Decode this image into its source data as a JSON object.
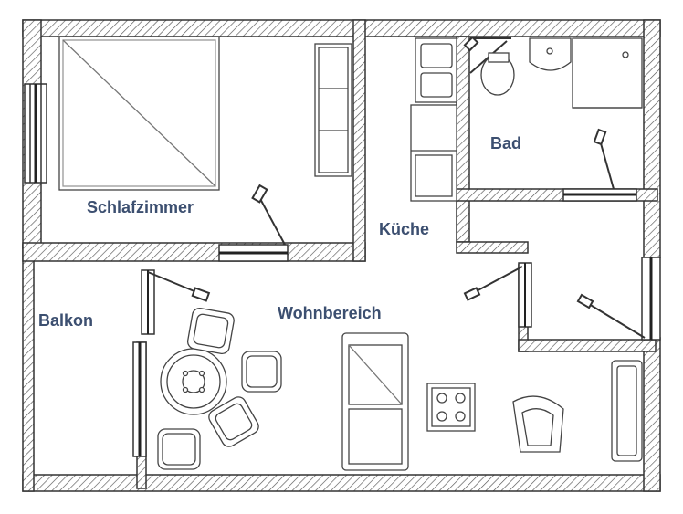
{
  "rooms": {
    "bedroom": "Schlafzimmer",
    "bath": "Bad",
    "kitchen": "Küche",
    "balcony": "Balkon",
    "living": "Wohnbereich"
  },
  "colors": {
    "wall_stroke": "#333333",
    "hatch": "#555555",
    "furniture": "#444444",
    "label": "#3c4f70",
    "background": "#ffffff"
  }
}
